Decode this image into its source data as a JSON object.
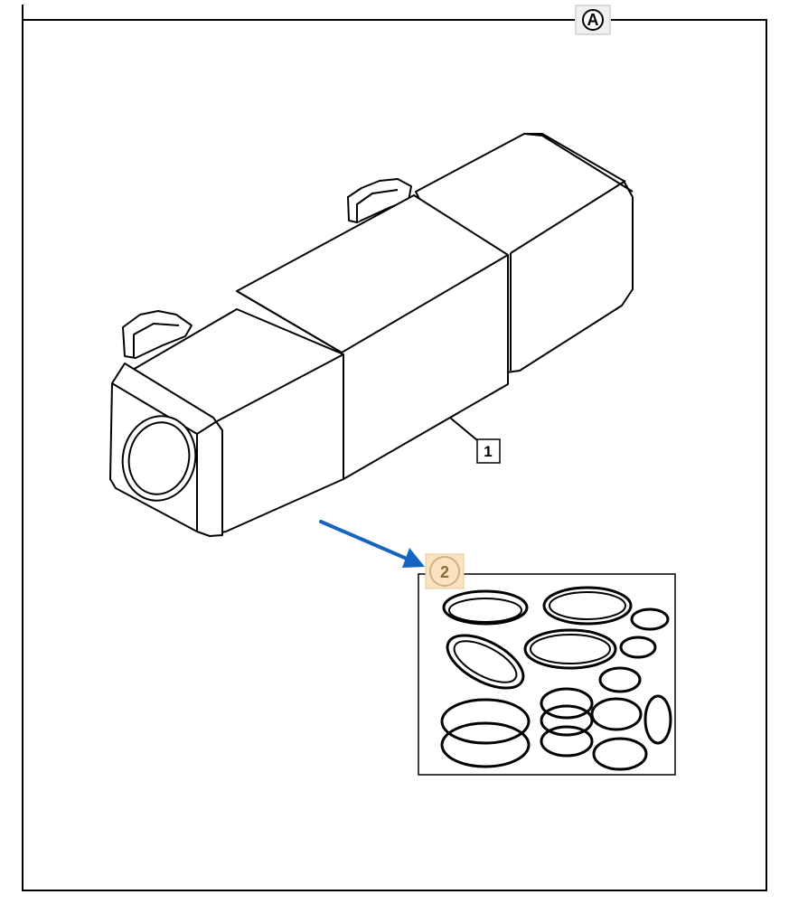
{
  "diagram": {
    "view_label": "A",
    "callouts": [
      {
        "id": "1",
        "text": "1",
        "highlighted": false
      },
      {
        "id": "2",
        "text": "2",
        "highlighted": true
      }
    ]
  },
  "colors": {
    "line": "#000000",
    "arrow": "#1565c0",
    "callout_highlight_fill": "#fbe3c2",
    "callout_highlight_stroke": "#d1b27f",
    "callout_highlight_text": "#8a6a36"
  }
}
